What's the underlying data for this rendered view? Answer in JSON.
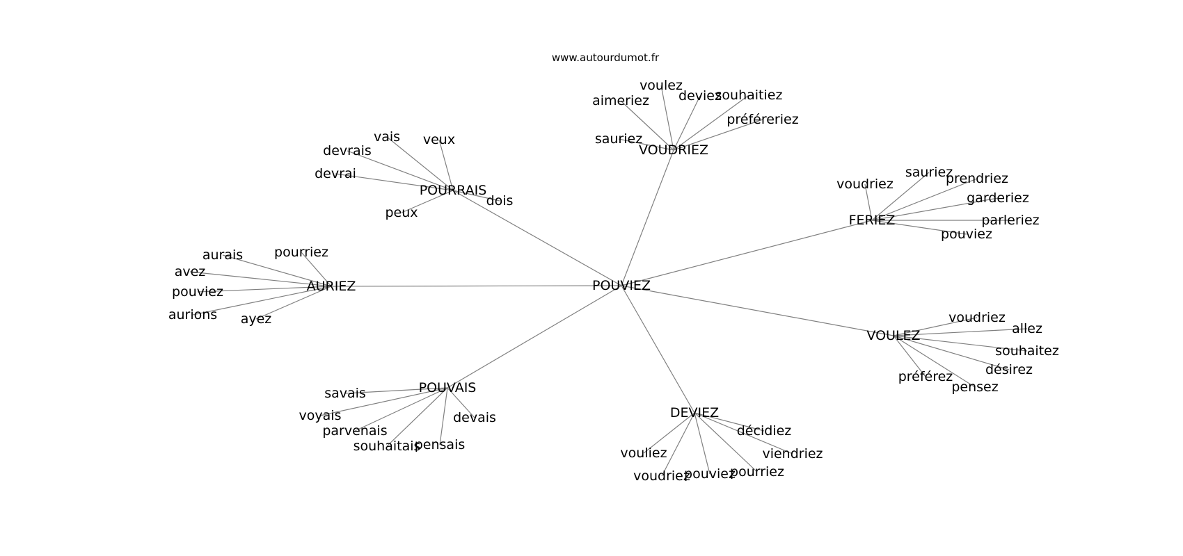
{
  "source": "www.autourdumot.fr",
  "center": "POUVIEZ",
  "clusters": [
    {
      "hub": "VOUDRIEZ",
      "leaves": [
        "aimeriez",
        "voulez",
        "deviez",
        "souhaitiez",
        "préféreriez",
        "sauriez"
      ]
    },
    {
      "hub": "POURRAIS",
      "leaves": [
        "vais",
        "veux",
        "devrais",
        "devrai",
        "peux",
        "dois"
      ]
    },
    {
      "hub": "FERIEZ",
      "leaves": [
        "voudriez",
        "sauriez",
        "prendriez",
        "garderiez",
        "parleriez",
        "pouviez"
      ]
    },
    {
      "hub": "AURIEZ",
      "leaves": [
        "aurais",
        "pourriez",
        "avez",
        "pouviez",
        "aurions",
        "ayez"
      ]
    },
    {
      "hub": "VOULEZ",
      "leaves": [
        "voudriez",
        "allez",
        "souhaitez",
        "désirez",
        "préférez",
        "pensez"
      ]
    },
    {
      "hub": "POUVAIS",
      "leaves": [
        "savais",
        "voyais",
        "parvenais",
        "souhaitais",
        "pensais",
        "devais"
      ]
    },
    {
      "hub": "DEVIEZ",
      "leaves": [
        "décidiez",
        "viendriez",
        "pourriez",
        "pouviez",
        "voudriez",
        "vouliez"
      ]
    }
  ]
}
